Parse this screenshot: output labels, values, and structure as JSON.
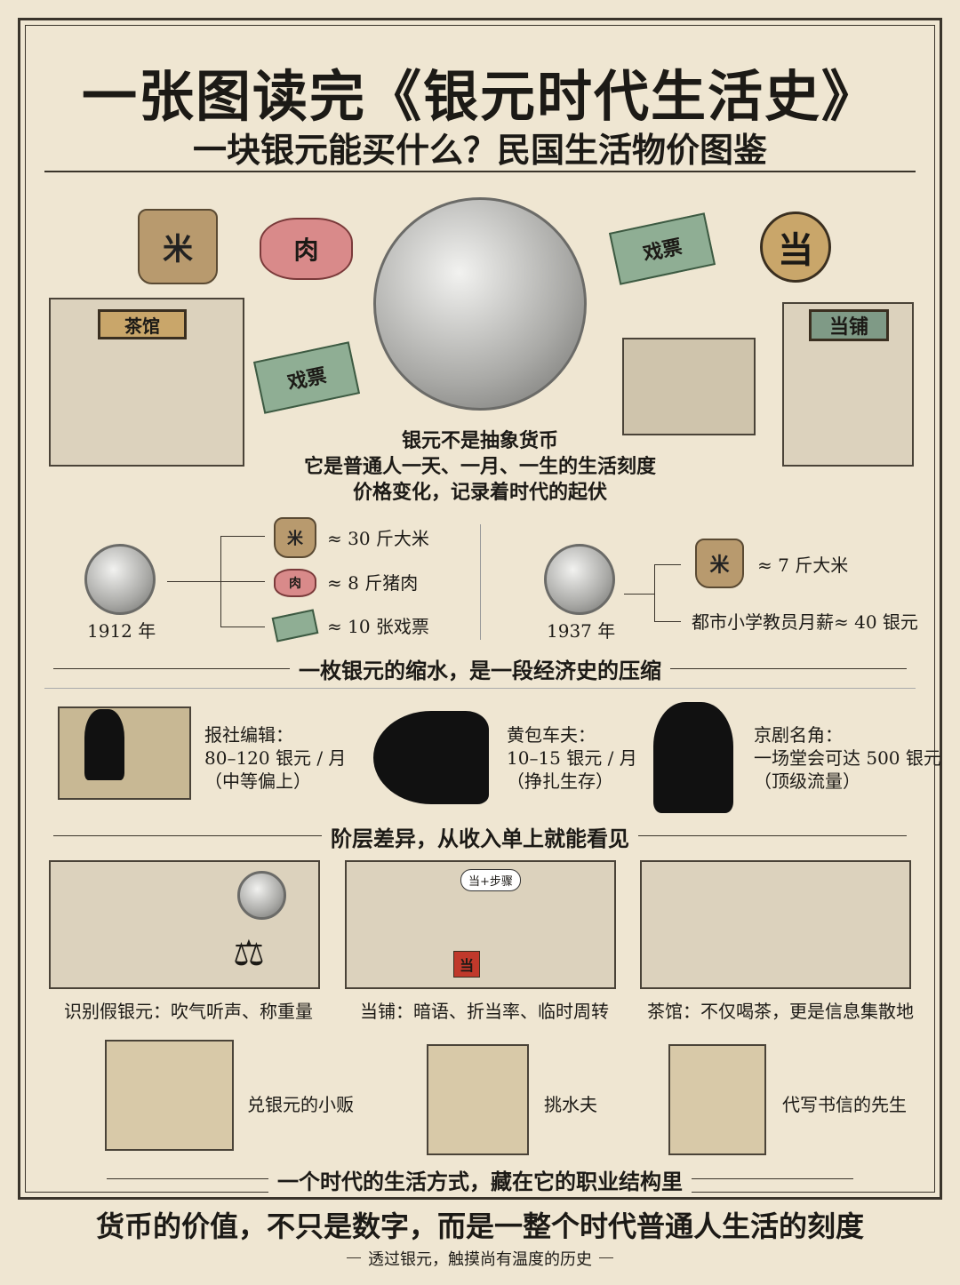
{
  "header": {
    "title": "一张图读完《银元时代生活史》",
    "subtitle": "一块银元能买什么？民国生活物价图鉴"
  },
  "illustrations": {
    "rice": "米",
    "meat": "肉",
    "ticket": "戏票",
    "pawn_round": "当",
    "pawn_sign": "当铺",
    "teahouse_sign": "茶馆"
  },
  "intro": [
    "银元不是抽象货币",
    "它是普通人一天、一月、一生的生活刻度",
    "价格变化，记录着时代的起伏"
  ],
  "compare": {
    "y1912": {
      "year": "1912 年",
      "items": [
        "≈ 30 斤大米",
        "≈ 8 斤猪肉",
        "≈ 10 张戏票"
      ]
    },
    "y1937": {
      "year": "1937 年",
      "items": [
        "≈ 7 斤大米",
        "都市小学教员月薪≈ 40 银元"
      ]
    },
    "caption": "一枚银元的缩水，是一段经济史的压缩"
  },
  "income": {
    "items": [
      {
        "title": "报社编辑：",
        "value": "80–120 银元 / 月",
        "note": "（中等偏上）"
      },
      {
        "title": "黄包车夫：",
        "value": "10–15 银元 / 月",
        "note": "（挣扎生存）"
      },
      {
        "title": "京剧名角：",
        "value": "一场堂会可达 500 银元",
        "note": "（顶级流量）"
      }
    ],
    "caption": "阶层差异，从收入单上就能看见"
  },
  "scenes": {
    "items": [
      "识别假银元：吹气听声、称重量",
      "当铺：暗语、折当率、临时周转",
      "茶馆：不仅喝茶，更是信息集散地"
    ],
    "bubble": "当+步骤"
  },
  "jobs": {
    "items": [
      "兑银元的小贩",
      "挑水夫",
      "代写书信的先生"
    ],
    "caption": "一个时代的生活方式，藏在它的职业结构里"
  },
  "footer": {
    "main": "货币的价值，不只是数字，而是一整个时代普通人生活的刻度",
    "sub": "透过银元，触摸尚有温度的历史"
  }
}
